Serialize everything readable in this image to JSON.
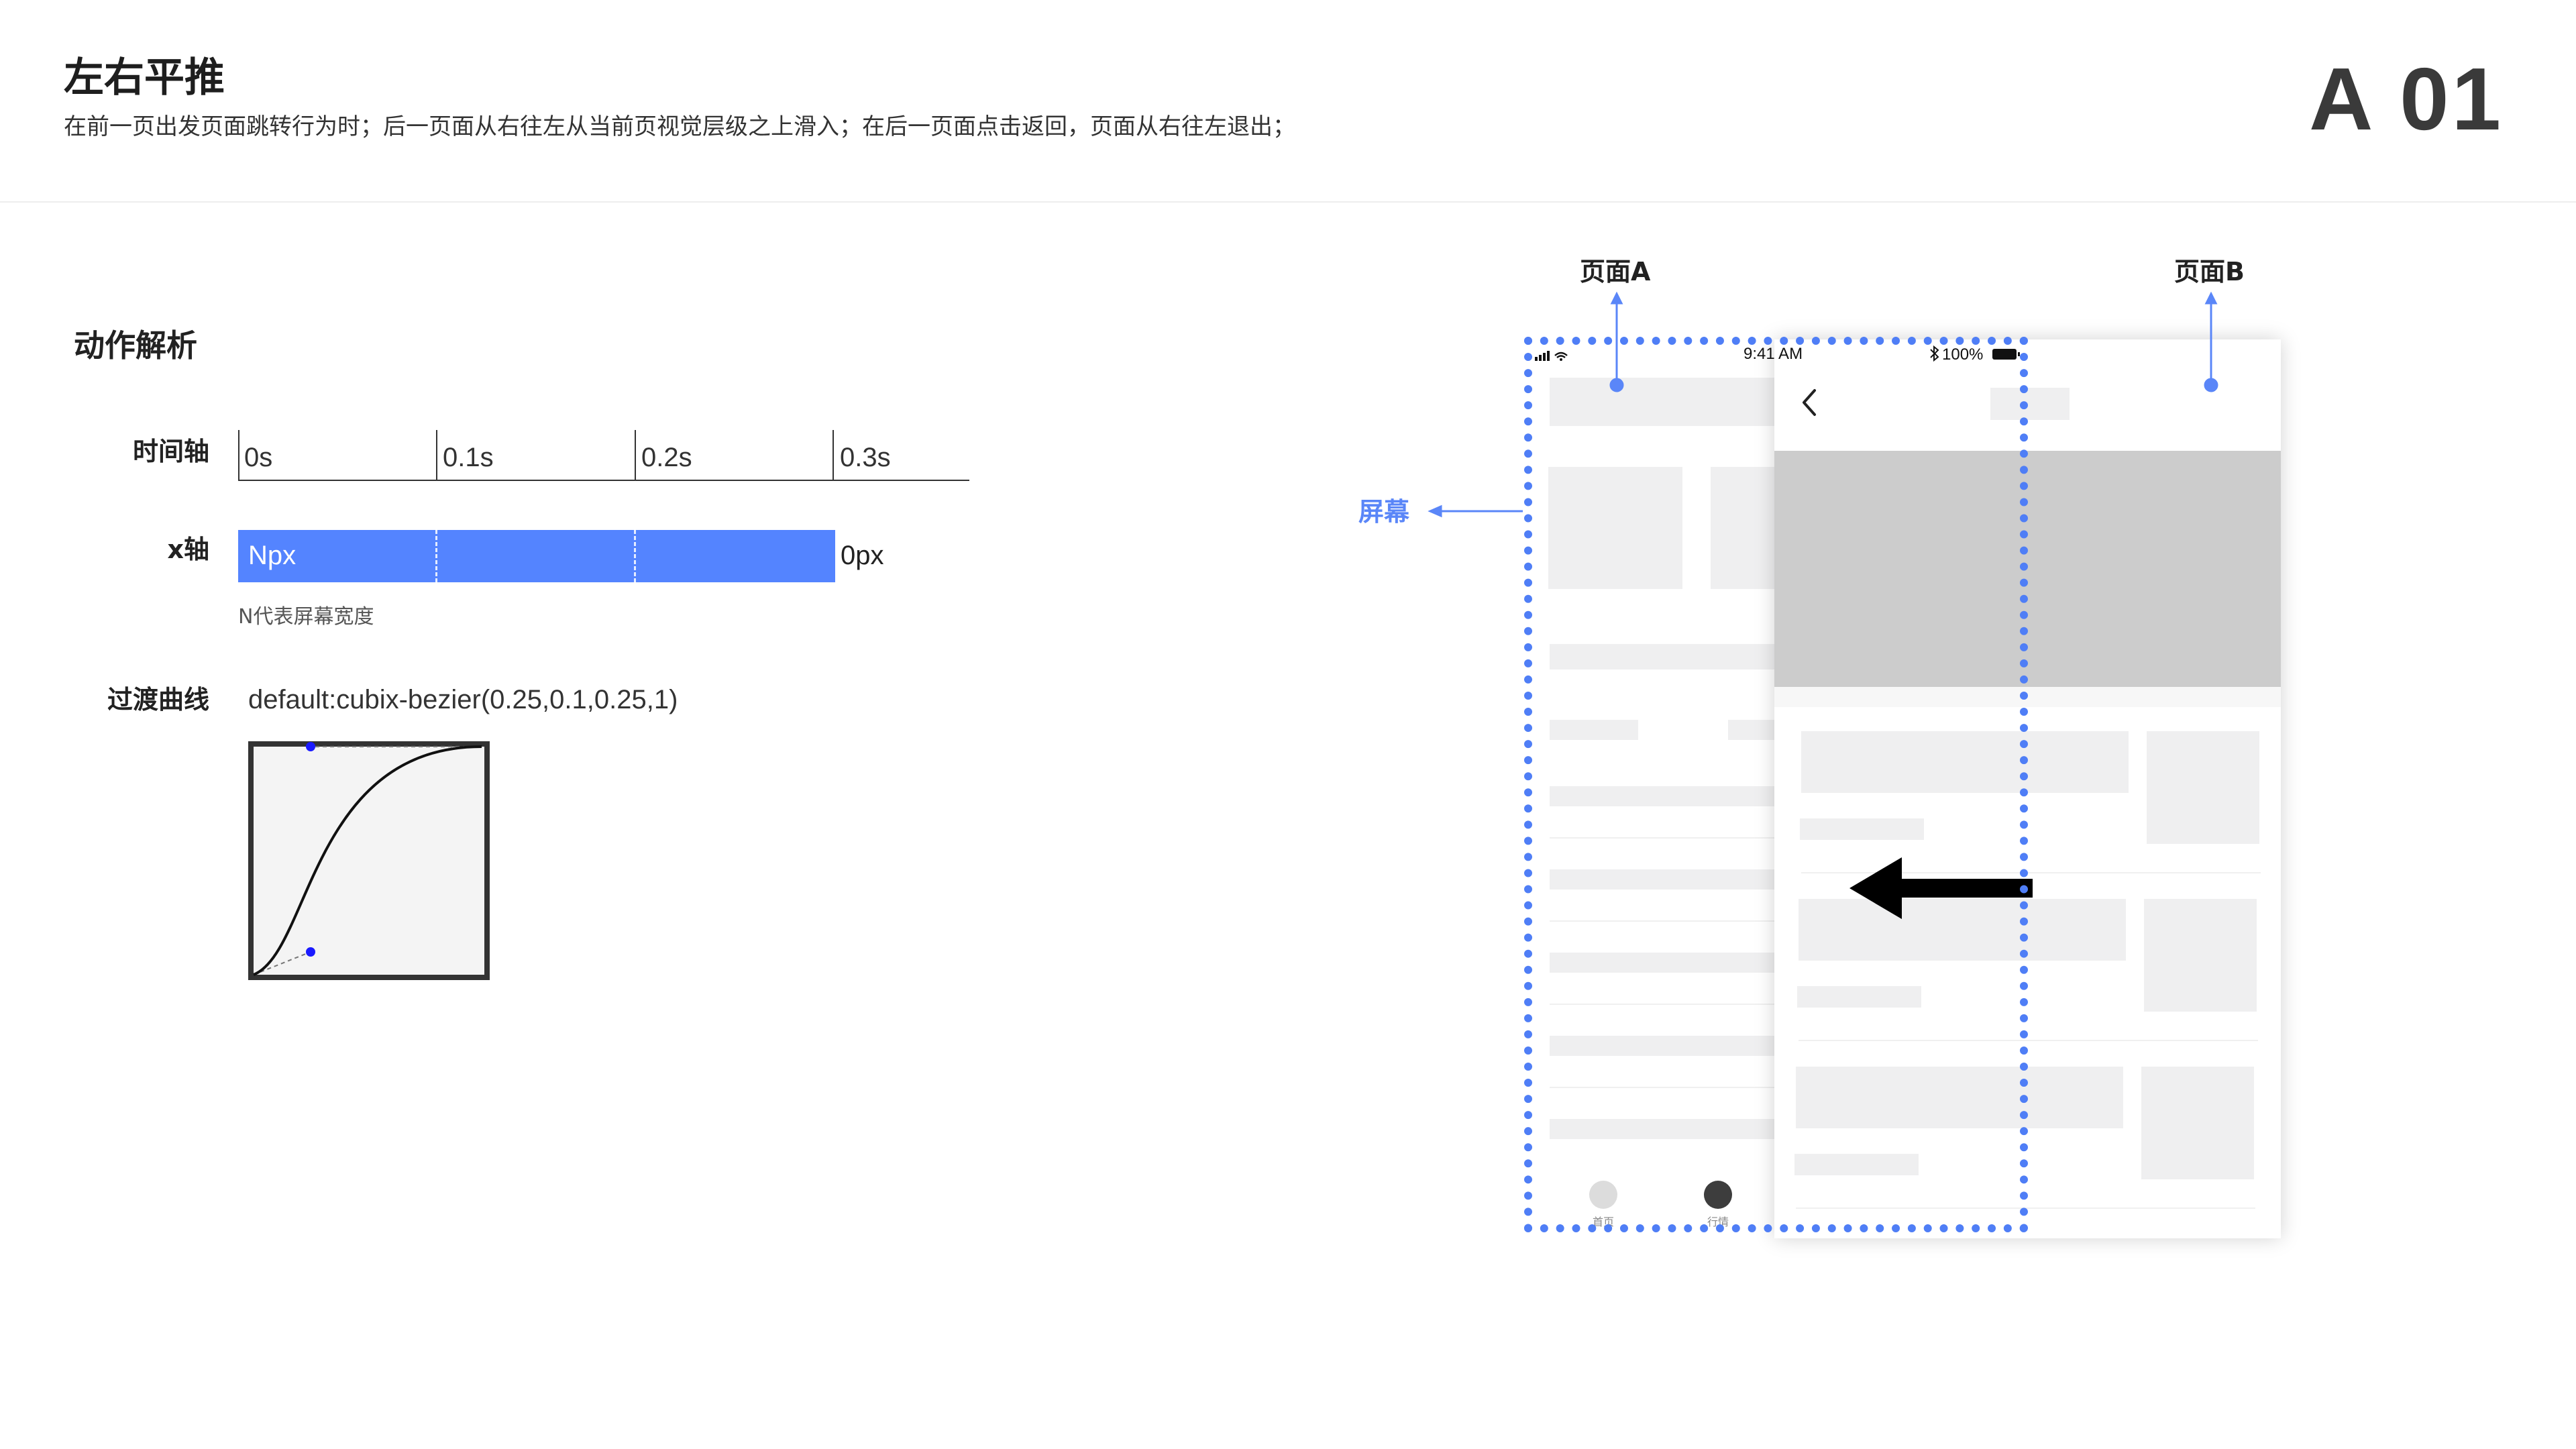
{
  "header": {
    "title": "左右平推",
    "subtitle": "在前一页出发页面跳转行为时；后一页面从右往左从当前页视觉层级之上滑入；在后一页面点击返回，页面从右往左退出；",
    "code": "A 01"
  },
  "analysis": {
    "section_title": "动作解析",
    "timeline": {
      "label": "时间轴",
      "ticks": [
        "0s",
        "0.1s",
        "0.2s",
        "0.3s"
      ]
    },
    "x_axis": {
      "label": "x轴",
      "start_value": "Npx",
      "end_value": "0px",
      "note": "N代表屏幕宽度"
    },
    "curve": {
      "label": "过渡曲线",
      "value": "default:cubix-bezier(0.25,0.1,0.25,1)",
      "bezier": [
        0.25,
        0.1,
        0.25,
        1
      ]
    }
  },
  "diagram": {
    "page_a_label": "页面A",
    "page_b_label": "页面B",
    "screen_label": "屏幕",
    "status_bar": {
      "time": "9:41 AM",
      "battery": "100%"
    },
    "tab_bar": [
      "首页",
      "行情"
    ],
    "direction": "right-to-left"
  },
  "colors": {
    "accent": "#5484ff",
    "frame": "#4f7ef6",
    "skeleton": "#efeff0",
    "banner": "#cccccc",
    "control_point": "#1a1aff"
  }
}
